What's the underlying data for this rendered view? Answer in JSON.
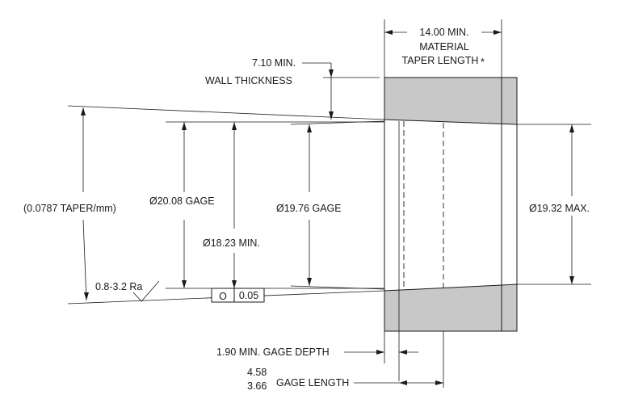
{
  "drawing": {
    "taper_length": {
      "value": "14.00 MIN.",
      "line1": "MATERIAL",
      "line2": "TAPER LENGTH",
      "note_mark": "*"
    },
    "wall_thickness": {
      "value": "7.10 MIN.",
      "label": "WALL THICKNESS"
    },
    "taper_rate": "(0.0787 TAPER/mm)",
    "gage_diameter_outer": "Ø20.08 GAGE",
    "min_diameter": "Ø18.23 MIN.",
    "gage_diameter_inner": "Ø19.76 GAGE",
    "max_diameter": "Ø19.32 MAX.",
    "surface_finish": "0.8-3.2 Ra",
    "circularity_frame": {
      "symbol": "O",
      "tolerance": "0.05"
    },
    "gage_depth": "1.90 MIN. GAGE DEPTH",
    "gage_length": {
      "upper": "4.58",
      "lower": "3.66",
      "label": "GAGE LENGTH"
    }
  }
}
